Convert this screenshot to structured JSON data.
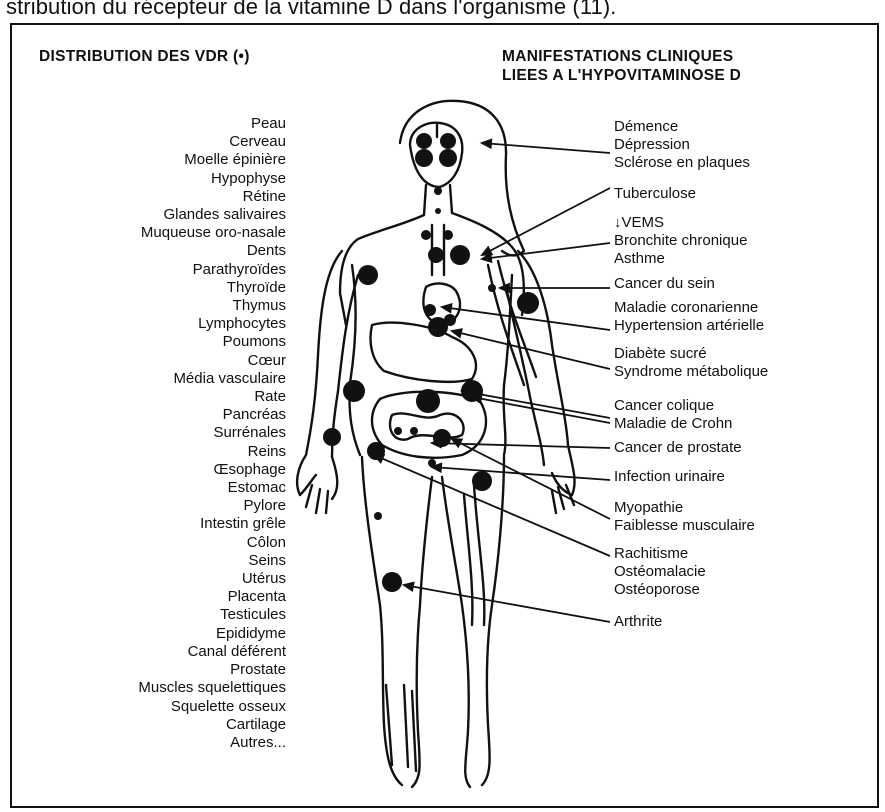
{
  "caption": "stribution du récepteur de la vitamine D dans l'organisme (11).",
  "left_heading": "DISTRIBUTION DES VDR (•)",
  "right_heading": [
    "MANIFESTATIONS CLINIQUES",
    "LIEES A L'HYPOVITAMINOSE D"
  ],
  "vdr_tissues": [
    "Peau",
    "Cerveau",
    "Moelle épinière",
    "Hypophyse",
    "Rétine",
    "Glandes salivaires",
    "Muqueuse oro-nasale",
    "Dents",
    "Parathyroïdes",
    "Thyroïde",
    "Thymus",
    "Lymphocytes",
    "Poumons",
    "Cœur",
    "Média vasculaire",
    "Rate",
    "Pancréas",
    "Surrénales",
    "Reins",
    "Œsophage",
    "Estomac",
    "Pylore",
    "Intestin grêle",
    "Côlon",
    "Seins",
    "Utérus",
    "Placenta",
    "Testicules",
    "Epididyme",
    "Canal déférent",
    "Prostate",
    "Muscles squelettiques",
    "Squelette osseux",
    "Cartilage",
    "Autres..."
  ],
  "manifestations": [
    {
      "lines": [
        "Démence",
        "Dépression",
        "Sclérose en plaques"
      ]
    },
    {
      "lines": [
        "Tuberculose"
      ]
    },
    {
      "lines": [
        "↓VEMS",
        "Bronchite chronique",
        "Asthme"
      ]
    },
    {
      "lines": [
        "Cancer du sein"
      ]
    },
    {
      "lines": [
        "Maladie coronarienne",
        "Hypertension artérielle"
      ]
    },
    {
      "lines": [
        "Diabète sucré",
        "Syndrome métabolique"
      ]
    },
    {
      "lines": [
        "Cancer colique",
        "Maladie de Crohn"
      ]
    },
    {
      "lines": [
        "Cancer de prostate"
      ]
    },
    {
      "lines": [
        "Infection urinaire"
      ]
    },
    {
      "lines": [
        "Myopathie",
        "Faiblesse musculaire"
      ]
    },
    {
      "lines": [
        "Rachitisme",
        "Ostéomalacie",
        "Ostéoporose"
      ]
    },
    {
      "lines": [
        "Arthrite"
      ]
    }
  ]
}
